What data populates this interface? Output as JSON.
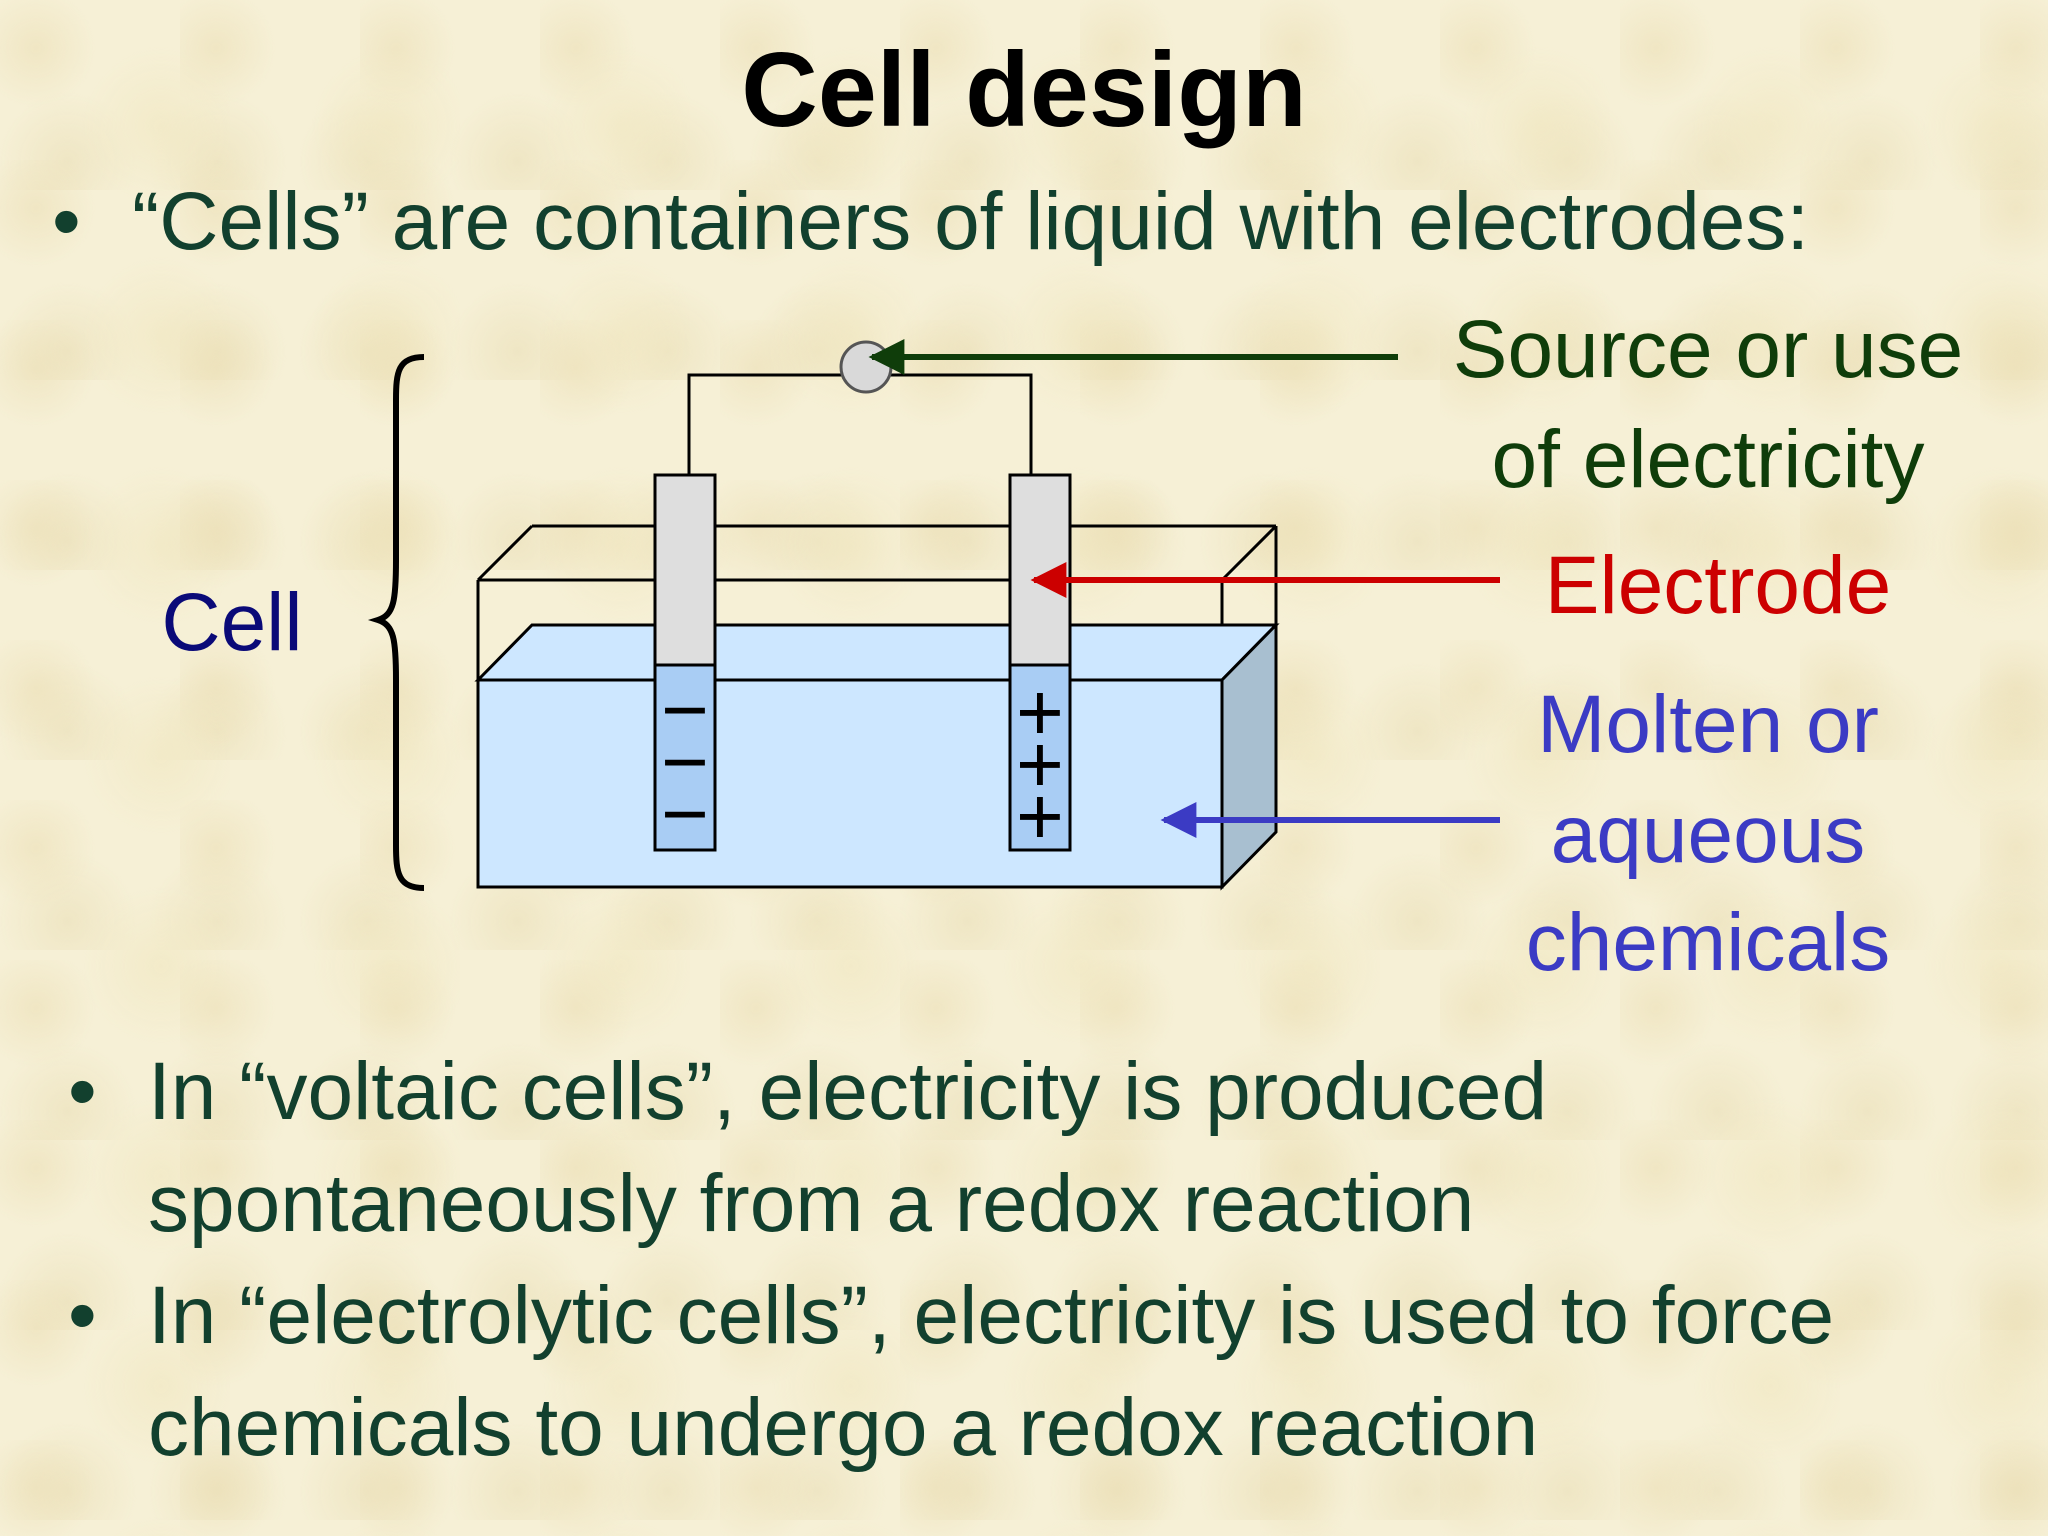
{
  "title": "Cell design",
  "bullets": [
    {
      "marker": "•",
      "lines": [
        "“Cells” are containers of liquid with electrodes:"
      ]
    },
    {
      "marker": "•",
      "lines": [
        "In “voltaic cells”, electricity is produced",
        "spontaneously from a redox reaction"
      ]
    },
    {
      "marker": "•",
      "lines": [
        "In “electrolytic cells”, electricity is used to force",
        "chemicals to undergo a redox reaction"
      ]
    }
  ],
  "diagram": {
    "cell_label": "Cell",
    "source_label": [
      "Source or use",
      "of electricity"
    ],
    "electrode_label": "Electrode",
    "chemicals_label": [
      "Molten or",
      "aqueous",
      "chemicals"
    ],
    "negative_sign": "−",
    "positive_sign": "+",
    "colors": {
      "source_arrow": "#0f3d0a",
      "electrode_arrow": "#cc0000",
      "chemicals_arrow": "#3b3bc4",
      "cell_label": "#0a0a78",
      "liquid": "#cde7ff",
      "electrode": "#dedede"
    }
  }
}
